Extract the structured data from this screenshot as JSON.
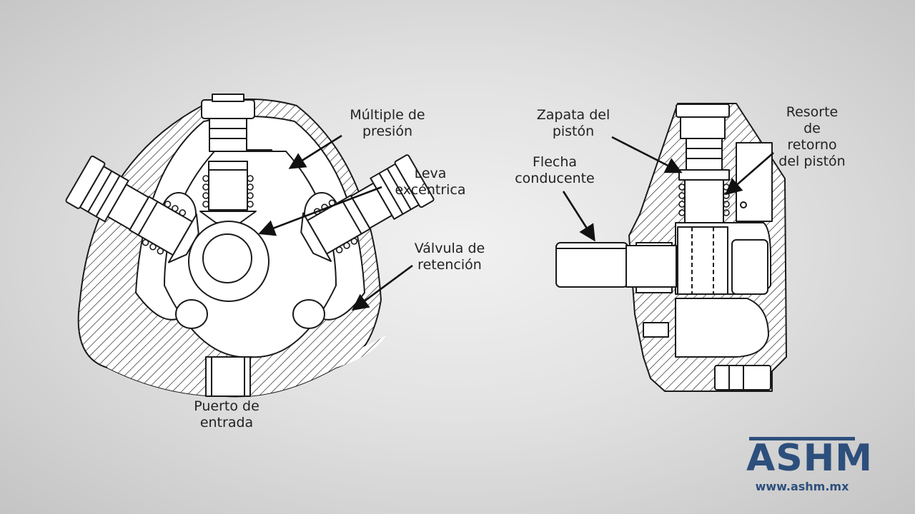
{
  "labels": {
    "multiple": [
      "Múltiple de",
      "presión"
    ],
    "leva": [
      "Leva",
      "excéntrica"
    ],
    "valvula": [
      "Válvula de",
      "retención"
    ],
    "puerto": [
      "Puerto de",
      "entrada"
    ],
    "zapata": [
      "Zapata del",
      "pistón"
    ],
    "flecha": [
      "Flecha",
      "conducente"
    ],
    "resorte": [
      "Resorte",
      "de",
      "retorno",
      "del pistón"
    ]
  },
  "logo": {
    "mark": "ASHM",
    "url": "www.ashm.mx"
  },
  "colors": {
    "line": "#1a1a1a",
    "brand": "#2d4f7c",
    "fill": "#ffffff"
  }
}
